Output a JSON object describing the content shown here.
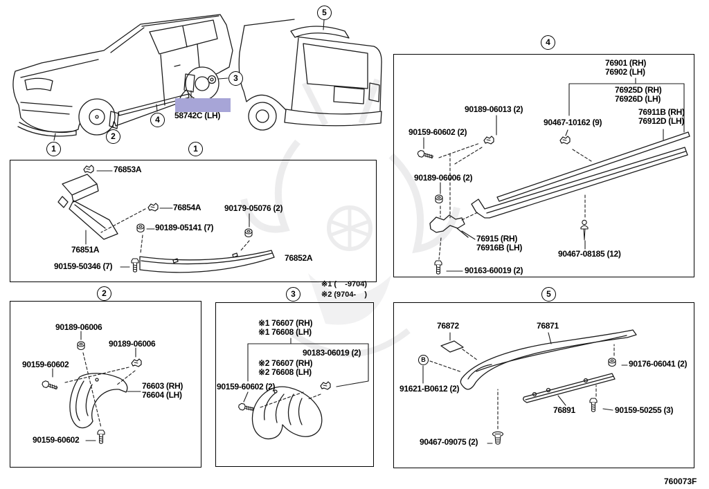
{
  "meta": {
    "doc_code": "760073F"
  },
  "highlight": {
    "part": "58742C (LH)",
    "color": "#a7a5d7"
  },
  "callouts": {
    "c1": "1",
    "c2": "2",
    "c3": "3",
    "c4": "4",
    "c5": "5"
  },
  "panels": {
    "p1": {
      "num": "1",
      "parts": {
        "a": "76853A",
        "b": "76854A",
        "c": "90179-05076 (2)",
        "d": "90189-05141 (7)",
        "e": "76851A",
        "f": "90159-50346 (7)",
        "g": "76852A"
      }
    },
    "p2": {
      "num": "2",
      "parts": {
        "a": "90189-06006",
        "b": "90189-06006",
        "c": "90159-60602",
        "d": "76603 (RH)\n76604 (LH)",
        "e": "90159-60602"
      }
    },
    "p3": {
      "num": "3",
      "notes": {
        "n1": "※1 (    -9704)",
        "n2": "※2 (9704-    )"
      },
      "parts": {
        "a": "※1 76607 (RH)\n※1 76608 (LH)",
        "b": "90183-06019 (2)",
        "c": "※2 76607 (RH)\n※2 76608 (LH)",
        "d": "90159-60602 (2)"
      }
    },
    "p4": {
      "num": "4",
      "parts": {
        "a": "76901 (RH)\n76902 (LH)",
        "b": "76925D (RH)\n76926D (LH)",
        "c": "76911B (RH)\n76912D (LH)",
        "d": "90189-06013 (2)",
        "e": "90467-10162 (9)",
        "f": "90159-60602 (2)",
        "g": "90189-06006 (2)",
        "h": "76915 (RH)\n76916B (LH)",
        "i": "90163-60019 (2)",
        "j": "90467-08185 (12)"
      }
    },
    "p5": {
      "num": "5",
      "marker": "B",
      "parts": {
        "a": "76872",
        "b": "76871",
        "c": "91621-B0612 (2)",
        "d": "90176-06041 (2)",
        "e": "76891",
        "f": "90159-50255 (3)",
        "g": "90467-09075 (2)"
      }
    }
  }
}
